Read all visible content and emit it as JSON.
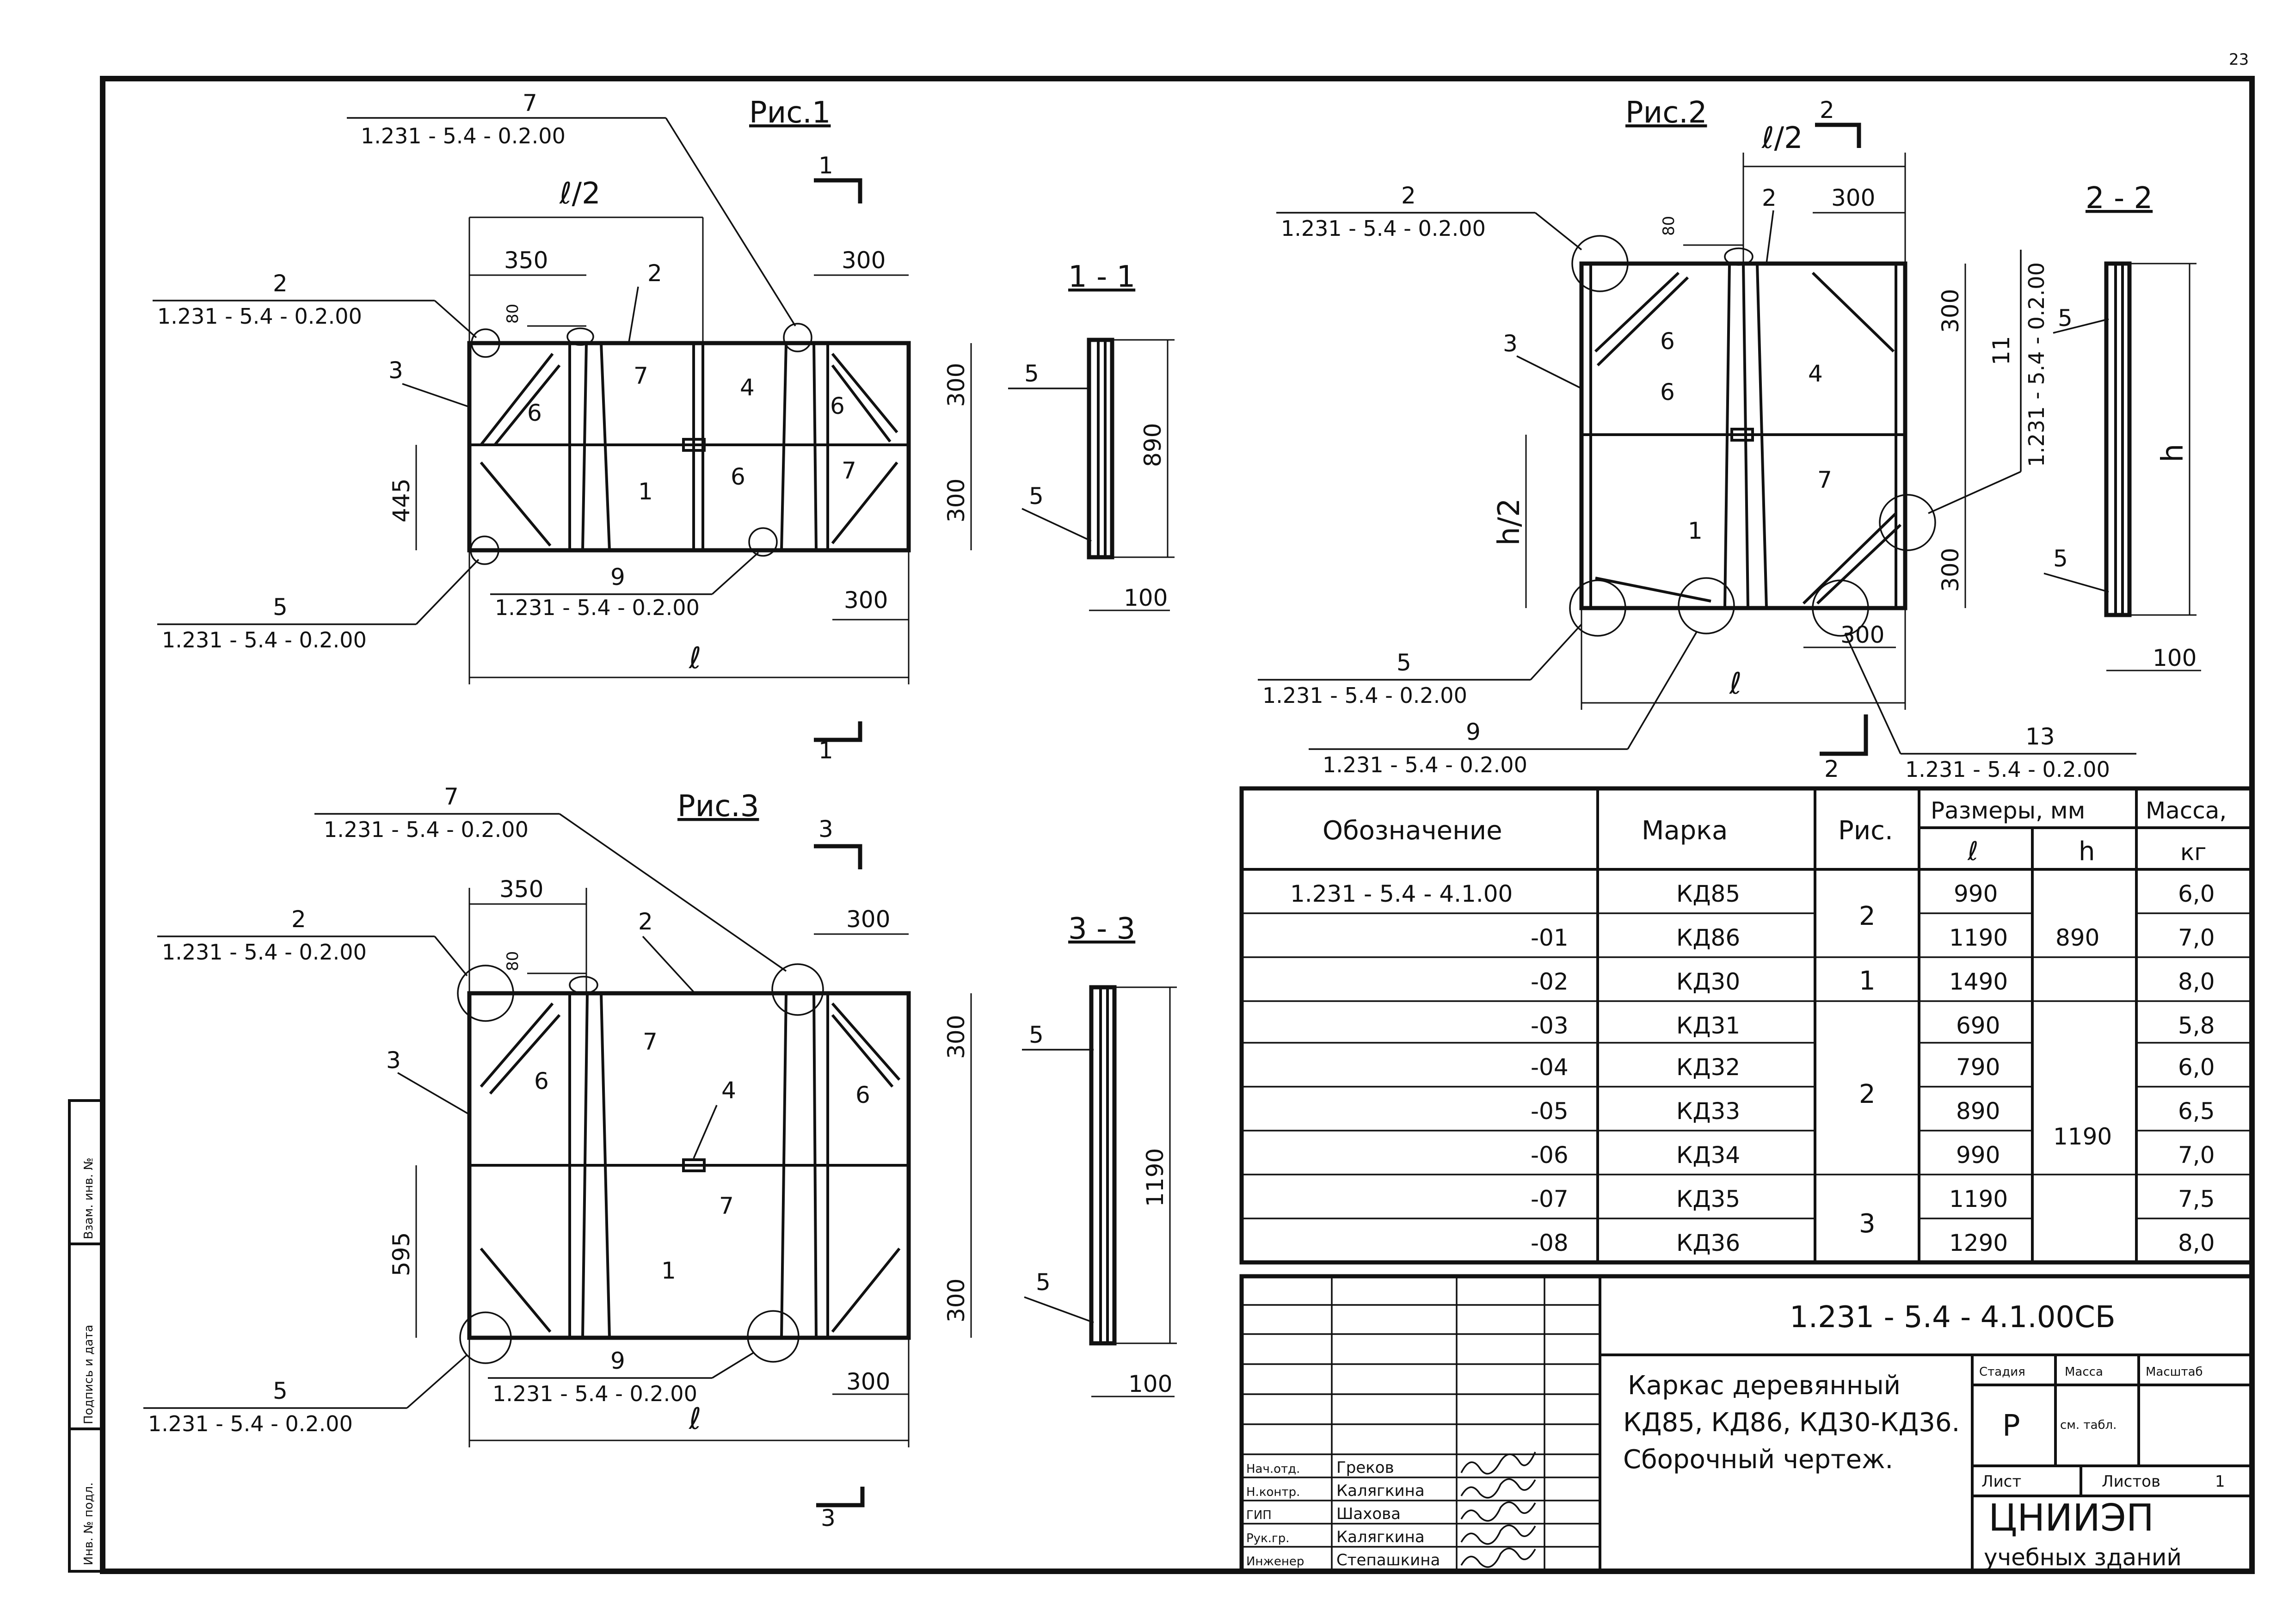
{
  "sheet": {
    "page_number": "23",
    "side_stamp": {
      "inv_podl": "Инв. № подл.",
      "podpis": "Подпись и дата",
      "vzam": "Взам. инв. №"
    }
  },
  "fig1": {
    "title": "Рис.1",
    "callouts": {
      "c7": {
        "num": "7",
        "code": "1.231 - 5.4 - 0.2.00"
      },
      "c2": {
        "num": "2",
        "code": "1.231 - 5.4 - 0.2.00"
      },
      "c5": {
        "num": "5",
        "code": "1.231 - 5.4 - 0.2.00"
      },
      "c9": {
        "num": "9",
        "code": "1.231 - 5.4 - 0.2.00"
      }
    },
    "dims": {
      "half_l": "ℓ/2",
      "d350": "350",
      "d300_top": "300",
      "d80": "80",
      "d300_r1": "300",
      "d300_r2": "300",
      "d445": "445",
      "d300_bot": "300",
      "l": "ℓ"
    },
    "parts": {
      "p2": "2",
      "p3": "3",
      "p6a": "6",
      "p7a": "7",
      "p4": "4",
      "p6b": "6",
      "p1": "1",
      "p6c": "6",
      "p7b": "7"
    },
    "section_mark": "1"
  },
  "sec11": {
    "title": "1 - 1",
    "p5a": "5",
    "p5b": "5",
    "h": "890",
    "w": "100"
  },
  "fig2": {
    "title": "Рис.2",
    "callouts": {
      "c2": {
        "num": "2",
        "code": "1.231 - 5.4 - 0.2.00"
      },
      "c5": {
        "num": "5",
        "code": "1.231 - 5.4 - 0.2.00"
      },
      "c9": {
        "num": "9",
        "code": "1.231 - 5.4 - 0.2.00"
      },
      "c13": {
        "num": "13",
        "code": "1.231 - 5.4 - 0.2.00"
      },
      "c11": {
        "num": "11",
        "code": "1.231 - 5.4 - 0.2.00"
      }
    },
    "dims": {
      "half_l": "ℓ/2",
      "d300_top": "300",
      "d80": "80",
      "d300_r1": "300",
      "d300_r2": "300",
      "h_half": "h/2",
      "d300_bot": "300",
      "l": "ℓ"
    },
    "parts": {
      "p2": "2",
      "p3": "3",
      "p6a": "6",
      "p6b": "6",
      "p4": "4",
      "p7": "7",
      "p1": "1"
    },
    "section_mark": "2"
  },
  "sec22": {
    "title": "2 - 2",
    "p5a": "5",
    "p5b": "5",
    "h": "h",
    "w": "100"
  },
  "fig3": {
    "title": "Рис.3",
    "callouts": {
      "c7": {
        "num": "7",
        "code": "1.231 - 5.4 - 0.2.00"
      },
      "c2": {
        "num": "2",
        "code": "1.231 - 5.4 - 0.2.00"
      },
      "c5": {
        "num": "5",
        "code": "1.231 - 5.4 - 0.2.00"
      },
      "c9": {
        "num": "9",
        "code": "1.231 - 5.4 - 0.2.00"
      }
    },
    "dims": {
      "d350": "350",
      "d300_top": "300",
      "d80": "80",
      "d300_r1": "300",
      "d595": "595",
      "d300_r2": "300",
      "d300_bot": "300",
      "l": "ℓ"
    },
    "parts": {
      "p2": "2",
      "p3": "3",
      "p6a": "6",
      "p7a": "7",
      "p4": "4",
      "p6b": "6",
      "p7b": "7",
      "p1": "1"
    },
    "section_mark": "3"
  },
  "sec33": {
    "title": "3 - 3",
    "p5a": "5",
    "p5b": "5",
    "h": "1190",
    "w": "100"
  },
  "spec": {
    "headers": {
      "oboz": "Обозначение",
      "marka": "Марка",
      "ris": "Рис.",
      "razmery": "Размеры, мм",
      "l": "ℓ",
      "h": "h",
      "massa": "Масса,",
      "kg": "кг"
    },
    "rows": [
      {
        "oboz": "1.231 - 5.4 - 4.1.00",
        "marka": "КД85",
        "l": "990",
        "m": "6,0"
      },
      {
        "oboz": "-01",
        "marka": "КД86",
        "l": "1190",
        "m": "7,0"
      },
      {
        "oboz": "-02",
        "marka": "КД30",
        "l": "1490",
        "m": "8,0"
      },
      {
        "oboz": "-03",
        "marka": "КД31",
        "l": "690",
        "m": "5,8"
      },
      {
        "oboz": "-04",
        "marka": "КД32",
        "l": "790",
        "m": "6,0"
      },
      {
        "oboz": "-05",
        "marka": "КД33",
        "l": "890",
        "m": "6,5"
      },
      {
        "oboz": "-06",
        "marka": "КД34",
        "l": "990",
        "m": "7,0"
      },
      {
        "oboz": "-07",
        "marka": "КД35",
        "l": "1190",
        "m": "7,5"
      },
      {
        "oboz": "-08",
        "marka": "КД36",
        "l": "1290",
        "m": "8,0"
      }
    ],
    "ris_groups": [
      "2",
      "1",
      "2",
      "3"
    ],
    "h_groups": [
      "890",
      "1190"
    ]
  },
  "titleblock": {
    "designation": "1.231 - 5.4 - 4.1.00СБ",
    "name_line1": "Каркас деревянный",
    "name_line2": "КД85, КД86, КД30-КД36.",
    "name_line3": "Сборочный чертеж.",
    "stadiya_label": "Стадия",
    "massa_label": "Масса",
    "masshtab_label": "Масштаб",
    "stadiya": "Р",
    "massa_value": "см. табл.",
    "list_label": "Лист",
    "listov_label": "Листов",
    "listov": "1",
    "org1": "ЦНИИЭП",
    "org2": "учебных зданий",
    "roles": [
      {
        "role": "Нач.отд.",
        "name": "Греков"
      },
      {
        "role": "Н.контр.",
        "name": "Калягкина"
      },
      {
        "role": "ГИП",
        "name": "Шахова"
      },
      {
        "role": "Рук.гр.",
        "name": "Калягкина"
      },
      {
        "role": "Инженер",
        "name": "Степашкина"
      }
    ]
  }
}
